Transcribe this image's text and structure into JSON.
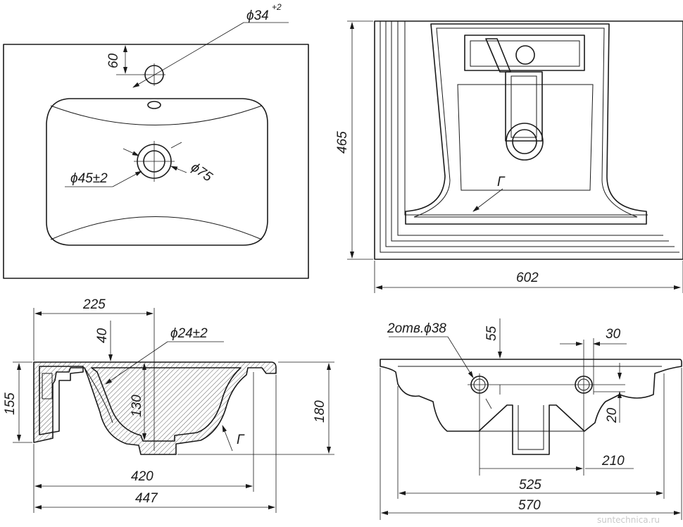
{
  "top_view": {
    "hole_dia": "ϕ34",
    "hole_tol": "+2",
    "hole_offset": "60",
    "drain_dia": "ϕ45±2",
    "drain_outer": "ϕ75"
  },
  "front_view": {
    "depth_total": "465",
    "width_total": "602",
    "label_g": "Г"
  },
  "section_view": {
    "dim_225": "225",
    "dim_40": "40",
    "overflow_dia": "ϕ24±2",
    "dim_130": "130",
    "dim_155": "155",
    "dim_180": "180",
    "dim_420": "420",
    "dim_447": "447",
    "label_g": "Г"
  },
  "side_view": {
    "holes_label": "2отв.ϕ38",
    "dim_55": "55",
    "dim_30": "30",
    "dim_20": "20",
    "dim_210": "210",
    "dim_525": "525",
    "dim_570": "570"
  },
  "watermark": "suntechnica.ru"
}
